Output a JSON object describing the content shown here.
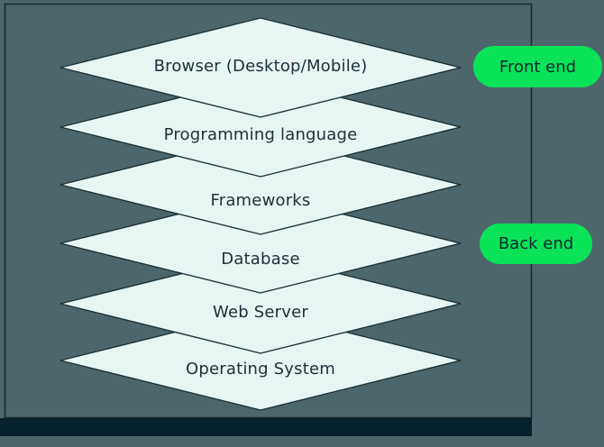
{
  "diagram": {
    "type": "layered-stack-diagram",
    "layers": [
      {
        "label": "Browser (Desktop/Mobile)",
        "group": "Front end"
      },
      {
        "label": "Programming language",
        "group": ""
      },
      {
        "label": "Frameworks",
        "group": ""
      },
      {
        "label": "Database",
        "group": "Back end"
      },
      {
        "label": "Web Server",
        "group": ""
      },
      {
        "label": "Operating System",
        "group": ""
      }
    ],
    "badges": [
      {
        "label": "Front end"
      },
      {
        "label": "Back end"
      }
    ]
  },
  "colors": {
    "background": "#4d666c",
    "panel_border": "#1b2b30",
    "diamond_fill": "#e7f6f2",
    "diamond_stroke": "#1e3338",
    "label_text": "#20303a",
    "badge_fill": "#0ae357",
    "badge_text": "#0a2833",
    "bottom_bar": "#06202c"
  }
}
